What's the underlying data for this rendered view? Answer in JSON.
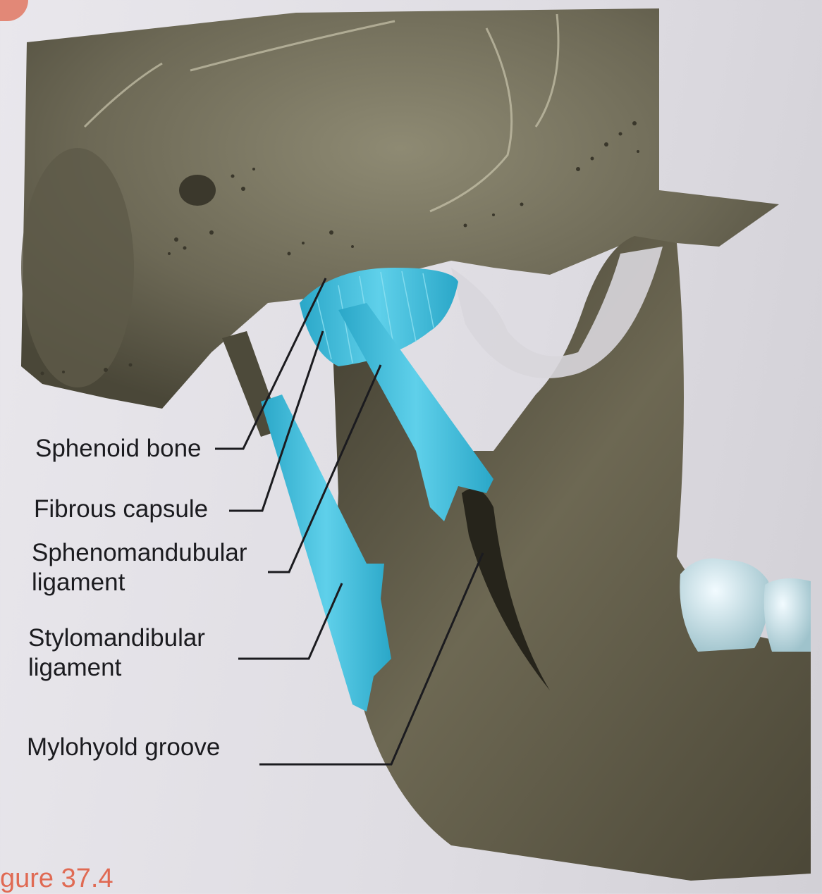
{
  "labels": {
    "sphenoid": "Sphenoid bone",
    "fibrous": "Fibrous capsule",
    "spheno_line1": "Sphenomandubular",
    "spheno_line2": "ligament",
    "stylo_line1": "Stylomandibular",
    "stylo_line2": "ligament",
    "mylohyoid": "Mylohyold groove"
  },
  "caption": "gure 37.4",
  "colors": {
    "bone": "#5f5a48",
    "skull": "#7f7b66",
    "ligament": "#36b8d6",
    "tooth": "#cfe6ec",
    "leader": "#1b1b1f"
  }
}
